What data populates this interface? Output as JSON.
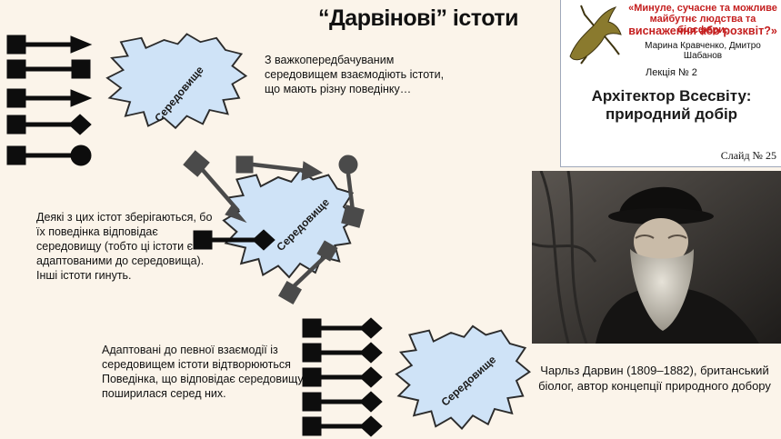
{
  "title": "“Дарвінові” істоти",
  "env_label": "Середовище",
  "text1": "З важкопередбачуваним середовищем взаємодіють істоти, що мають різну поведінку…",
  "text2": "Деякі з цих істот зберігаються, бо їх поведінка відповідає середовищу (тобто ці істоти є адаптованими до середовища). Інші істоти гинуть.",
  "text3": "Адаптовані до певної взаємодії із середовищем істоти відтворюються Поведінка, що відповідає середовищу, поширилася серед них.",
  "header": {
    "series_title_line1": "«Минуле, сучасне та можливе майбутнє людства та біосфери:",
    "series_title_line2": "виснаження або розквіт?»",
    "authors": "Марина Кравченко, Дмитро Шабанов",
    "lecture": "Лекція № 2",
    "lecture_title": "Архітектор Всесвіту: природний добір",
    "slide_number": "Слайд № 25"
  },
  "caption": "Чарльз Дарвин (1809–1882), британський біолог, автор концепції природного добору",
  "colors": {
    "background": "#fbf4ea",
    "blob_fill": "#cfe3f7",
    "blob_stroke": "#2c2c2c",
    "symbol_black": "#0d0d0d",
    "symbol_gray": "#4a4a4a",
    "header_red": "#c41e1e"
  }
}
